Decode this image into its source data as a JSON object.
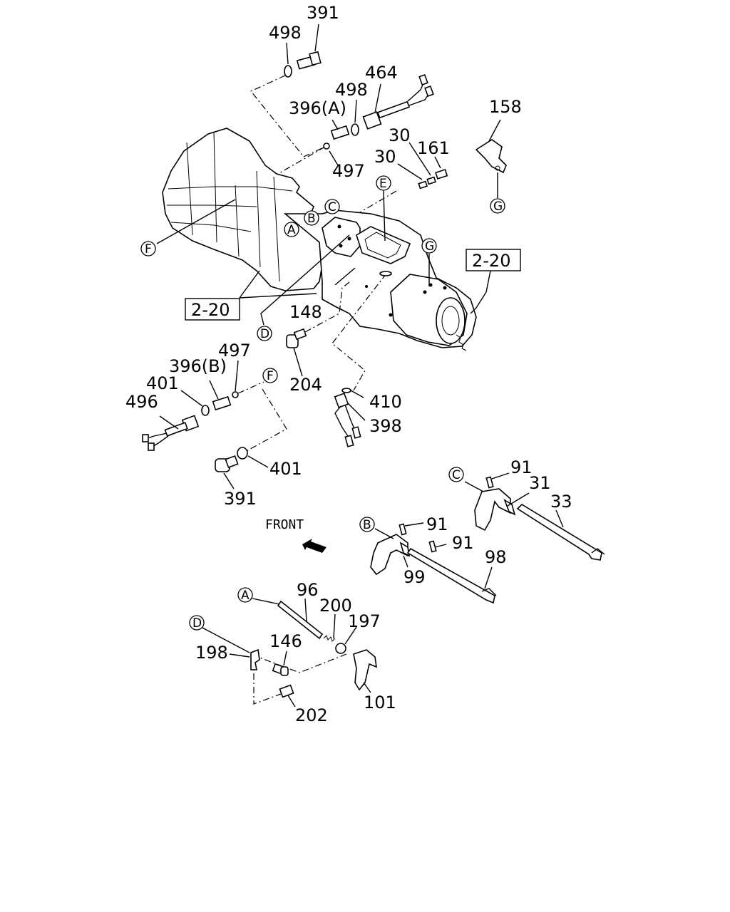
{
  "callouts": {
    "p391_top": "391",
    "p498_top": "498",
    "p464": "464",
    "p498_mid": "498",
    "p396a": "396(A)",
    "p497_top": "497",
    "p30_a": "30",
    "p30_b": "30",
    "p161": "161",
    "p158": "158",
    "p148": "148",
    "p204": "204",
    "p497_mid": "497",
    "p396b": "396(B)",
    "p401_a": "401",
    "p496": "496",
    "p410": "410",
    "p398": "398",
    "p401_b": "401",
    "p391_bot": "391",
    "p91_a": "91",
    "p31": "31",
    "p33": "33",
    "p91_b": "91",
    "p91_c": "91",
    "p98": "98",
    "p99": "99",
    "p96": "96",
    "p200": "200",
    "p197": "197",
    "p198": "198",
    "p146": "146",
    "p101": "101",
    "p202": "202"
  },
  "refs": {
    "box_a": "2-20",
    "box_b": "2-20"
  },
  "letters": {
    "A": "A",
    "B": "B",
    "C": "C",
    "D": "D",
    "E": "E",
    "F": "F",
    "G": "G"
  },
  "front_label": "FRONT"
}
